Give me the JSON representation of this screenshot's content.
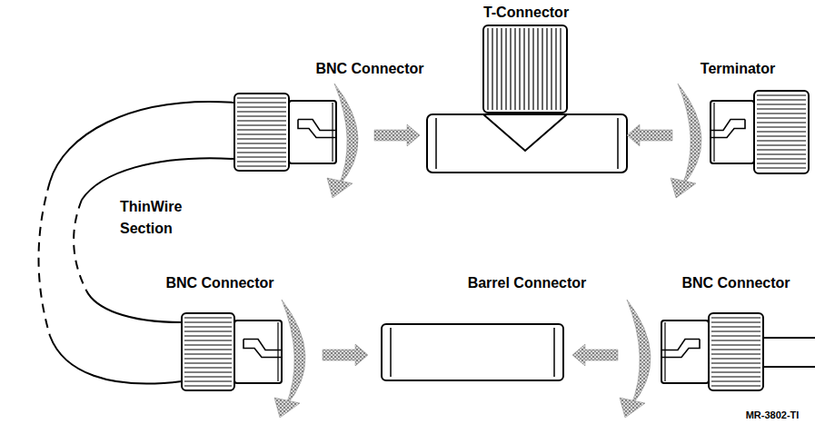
{
  "diagram": {
    "labels": [
      "T-Connector",
      "BNC Connector",
      "Terminator",
      "ThinWire Section",
      "BNC Connector",
      "Barrel Connector",
      "BNC Connector",
      "MR-3802-TI"
    ]
  }
}
